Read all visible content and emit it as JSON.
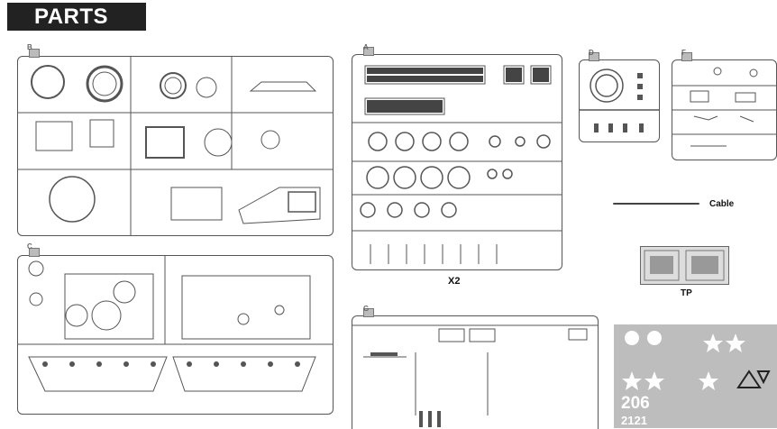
{
  "header": {
    "title": "PARTS"
  },
  "sprues": {
    "b": {
      "letter": "B"
    },
    "a": {
      "letter": "A",
      "qty": "X2"
    },
    "d": {
      "letter": "D"
    },
    "f": {
      "letter": "F"
    },
    "c": {
      "letter": "C"
    },
    "g": {
      "letter": "G"
    }
  },
  "labels": {
    "cable": "Cable",
    "tp": "TP"
  },
  "decal": {
    "big_number": "206",
    "small_number": "2121"
  },
  "colors": {
    "header_bg": "#222222",
    "header_text": "#ffffff",
    "line": "#555555",
    "decal_bg": "#bdbdbd"
  }
}
